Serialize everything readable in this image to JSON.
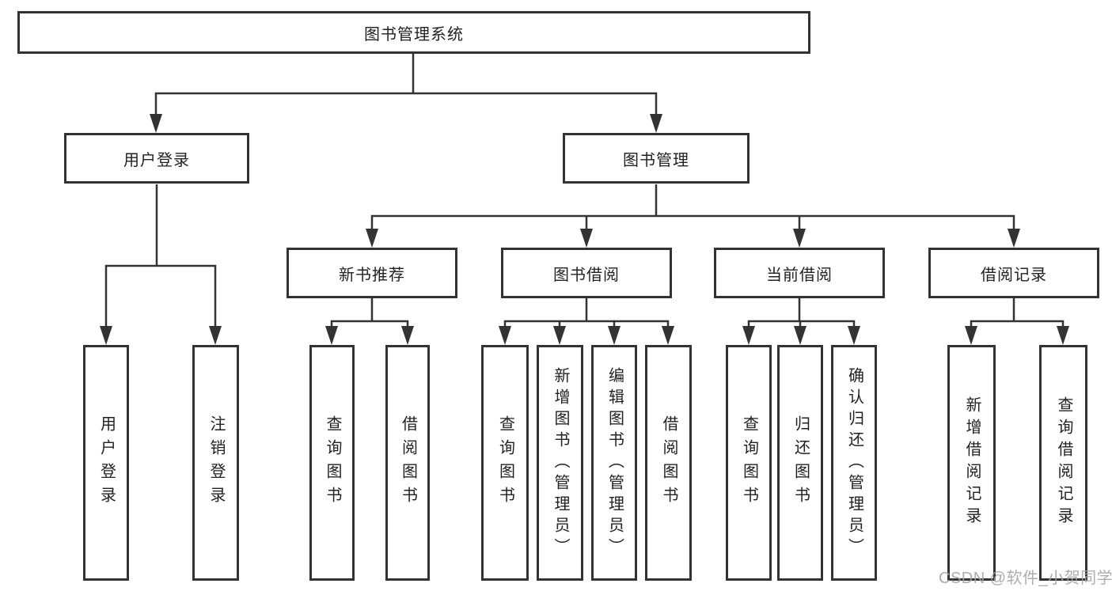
{
  "diagram": {
    "root_label": "图书管理系统",
    "login_branch": {
      "label": "用户登录",
      "children": [
        {
          "label": "用户登录"
        },
        {
          "label": "注销登录"
        }
      ]
    },
    "mgmt_branch": {
      "label": "图书管理",
      "groups": [
        {
          "label": "新书推荐",
          "children": [
            {
              "label": "查询图书"
            },
            {
              "label": "借阅图书"
            }
          ]
        },
        {
          "label": "图书借阅",
          "children": [
            {
              "label": "查询图书"
            },
            {
              "label": "新增图书（管理员）"
            },
            {
              "label": "编辑图书（管理员）"
            },
            {
              "label": "借阅图书"
            }
          ]
        },
        {
          "label": "当前借阅",
          "children": [
            {
              "label": "查询图书"
            },
            {
              "label": "归还图书"
            },
            {
              "label": "确认归还（管理员）"
            }
          ]
        },
        {
          "label": "借阅记录",
          "children": [
            {
              "label": "新增借阅记录"
            },
            {
              "label": "查询借阅记录"
            }
          ]
        }
      ]
    },
    "watermark": "CSDN @软件_小贺同学",
    "line_color": "#333333"
  }
}
